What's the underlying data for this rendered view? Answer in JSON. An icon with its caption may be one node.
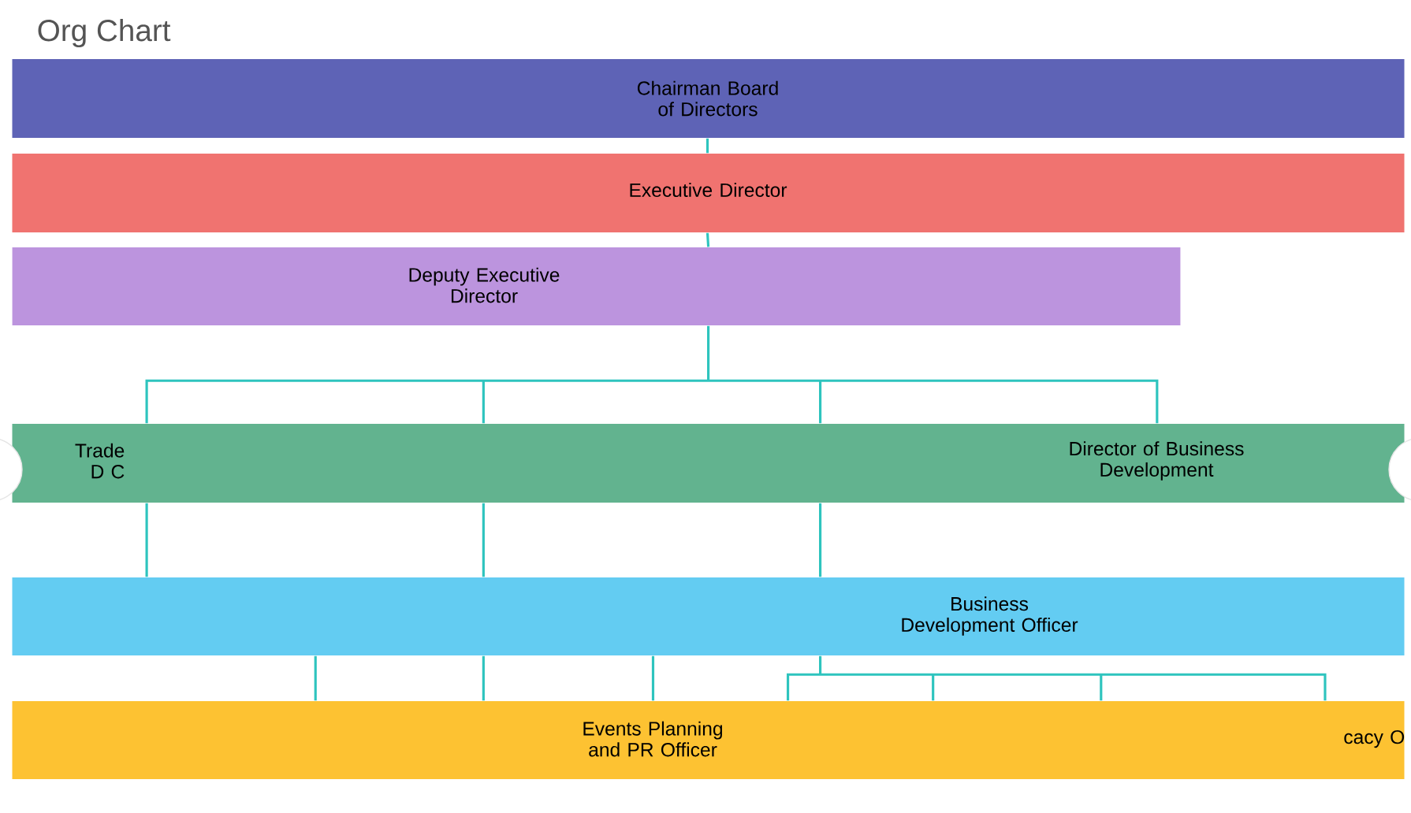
{
  "diagram": {
    "title": "Org Chart",
    "nodes": [
      {
        "text": [
          "Chairman Board of Directors"
        ]
      },
      {
        "text": [
          "Executive Director"
        ]
      },
      {
        "text": [
          "Deputy Executive Director"
        ]
      },
      {
        "text": [
          "Trade D C",
          "Director of Business Development"
        ]
      },
      {
        "text": [
          "Business Development Officer"
        ]
      },
      {
        "text": [
          "Events Planning and PR Officer",
          "cacy O"
        ]
      }
    ],
    "edges": [
      {
        "from": 0,
        "to": 1,
        "arrow": "none"
      },
      {
        "from": 1,
        "to": 2,
        "arrow": "none"
      },
      {
        "from": 2,
        "to": 3,
        "arrow": "none"
      },
      {
        "from": 3,
        "to": 4,
        "arrow": "none"
      },
      {
        "from": 4,
        "to": 5,
        "arrow": "none"
      }
    ]
  }
}
